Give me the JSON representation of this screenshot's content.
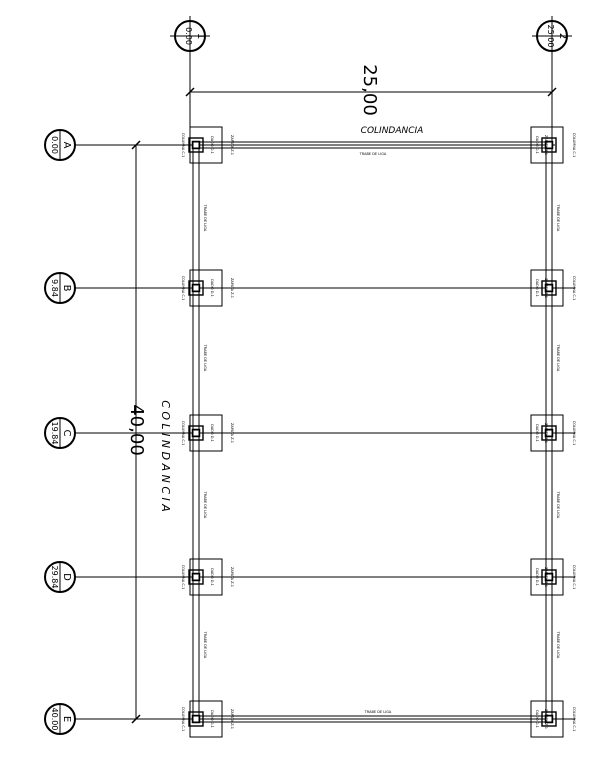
{
  "grid_axes": {
    "columns": [
      {
        "letter": "1",
        "level": "0.00"
      },
      {
        "letter": "2",
        "level": "25.00"
      }
    ],
    "rows": [
      {
        "letter": "A",
        "level": "0.00"
      },
      {
        "letter": "B",
        "level": "9.84"
      },
      {
        "letter": "C",
        "level": "19.84"
      },
      {
        "letter": "D",
        "level": "29.84"
      },
      {
        "letter": "E",
        "level": "40.00"
      }
    ]
  },
  "dimensions": {
    "width": "25,00",
    "height": "40,00"
  },
  "boundary_labels": {
    "top": "COLINDANCIA",
    "left": "C O L I N D A N C I A"
  },
  "beam_labels": {
    "horizontal": "TRABE DE LIGA",
    "vertical": "TRABE DE LIGA"
  },
  "footing_labels": {
    "zapata": "ZAPATA Z-1",
    "dado": "DADO D-1",
    "column": "COLUMNA C-1"
  }
}
